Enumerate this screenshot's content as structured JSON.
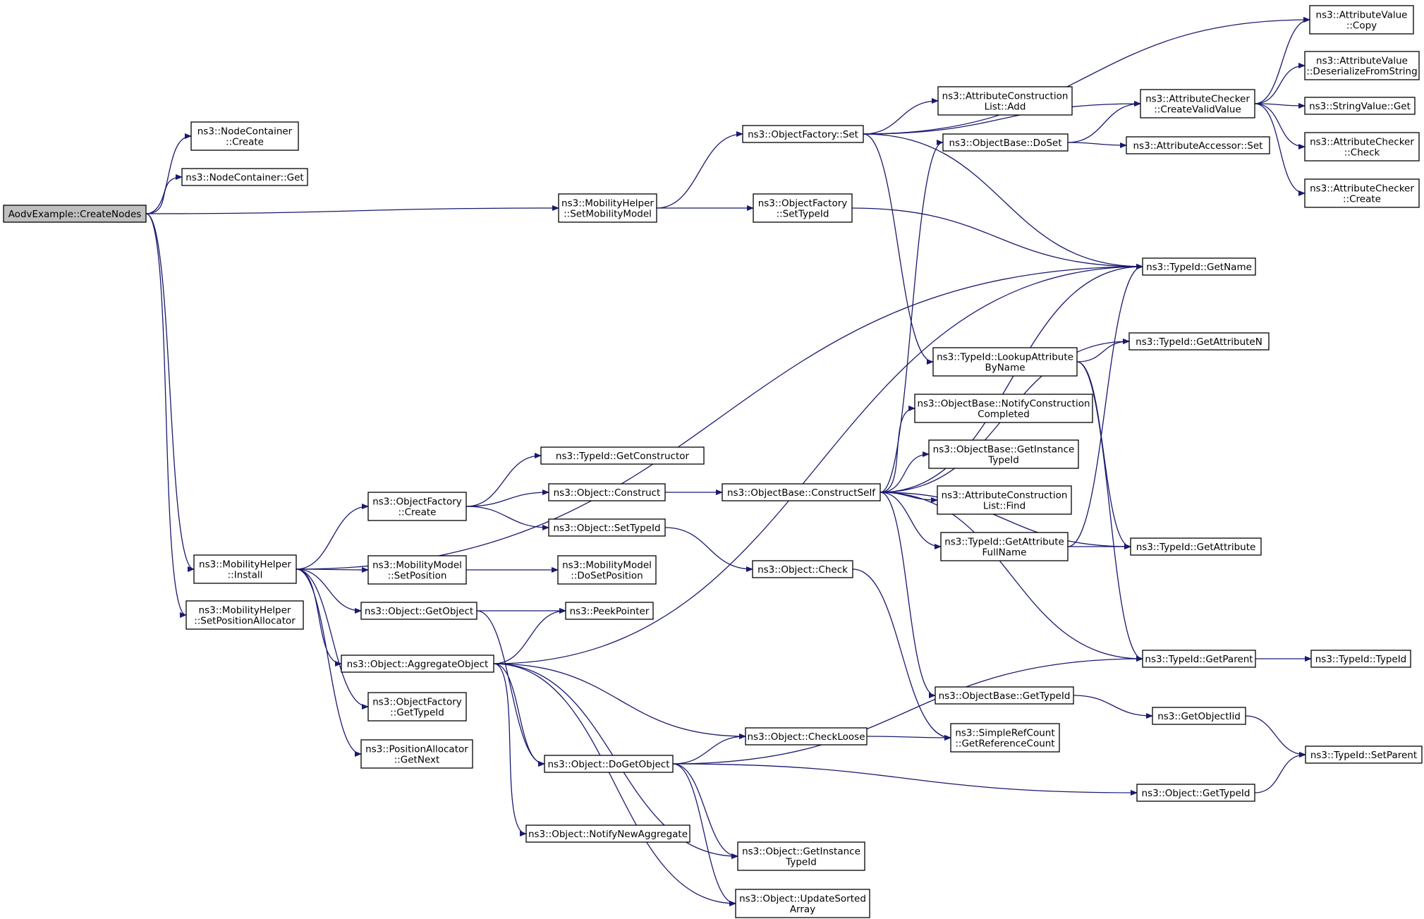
{
  "graph": {
    "type": "call-graph",
    "edge_color": "#191970",
    "root_fill": "#bfbfbf",
    "nodes": [
      {
        "id": "root",
        "lines": [
          "AodvExample::CreateNodes"
        ],
        "root": true
      },
      {
        "id": "nc_create",
        "lines": [
          "ns3::NodeContainer",
          "::Create"
        ]
      },
      {
        "id": "nc_get",
        "lines": [
          "ns3::NodeContainer::Get"
        ]
      },
      {
        "id": "mh_setmob",
        "lines": [
          "ns3::MobilityHelper",
          "::SetMobilityModel"
        ]
      },
      {
        "id": "mh_install",
        "lines": [
          "ns3::MobilityHelper",
          "::Install"
        ]
      },
      {
        "id": "mh_setpos",
        "lines": [
          "ns3::MobilityHelper",
          "::SetPositionAllocator"
        ]
      },
      {
        "id": "of_set",
        "lines": [
          "ns3::ObjectFactory::Set"
        ]
      },
      {
        "id": "of_settypeid",
        "lines": [
          "ns3::ObjectFactory",
          "::SetTypeId"
        ]
      },
      {
        "id": "acl_add",
        "lines": [
          "ns3::AttributeConstruction",
          "List::Add"
        ]
      },
      {
        "id": "ob_doset",
        "lines": [
          "ns3::ObjectBase::DoSet"
        ]
      },
      {
        "id": "ac_createvalid",
        "lines": [
          "ns3::AttributeChecker",
          "::CreateValidValue"
        ]
      },
      {
        "id": "aa_set",
        "lines": [
          "ns3::AttributeAccessor::Set"
        ]
      },
      {
        "id": "av_copy",
        "lines": [
          "ns3::AttributeValue",
          "::Copy"
        ]
      },
      {
        "id": "av_deser",
        "lines": [
          "ns3::AttributeValue",
          "::DeserializeFromString"
        ]
      },
      {
        "id": "sv_get",
        "lines": [
          "ns3::StringValue::Get"
        ]
      },
      {
        "id": "ac_check",
        "lines": [
          "ns3::AttributeChecker",
          "::Check"
        ]
      },
      {
        "id": "ac_create",
        "lines": [
          "ns3::AttributeChecker",
          "::Create"
        ]
      },
      {
        "id": "tid_getname",
        "lines": [
          "ns3::TypeId::GetName"
        ]
      },
      {
        "id": "tid_lookup",
        "lines": [
          "ns3::TypeId::LookupAttribute",
          "ByName"
        ]
      },
      {
        "id": "tid_getattrn",
        "lines": [
          "ns3::TypeId::GetAttributeN"
        ]
      },
      {
        "id": "ob_notify",
        "lines": [
          "ns3::ObjectBase::NotifyConstruction",
          "Completed"
        ]
      },
      {
        "id": "ob_getinst",
        "lines": [
          "ns3::ObjectBase::GetInstance",
          "TypeId"
        ]
      },
      {
        "id": "acl_find",
        "lines": [
          "ns3::AttributeConstruction",
          "List::Find"
        ]
      },
      {
        "id": "tid_getattrfull",
        "lines": [
          "ns3::TypeId::GetAttribute",
          "FullName"
        ]
      },
      {
        "id": "tid_getattr",
        "lines": [
          "ns3::TypeId::GetAttribute"
        ]
      },
      {
        "id": "tid_getctor",
        "lines": [
          "ns3::TypeId::GetConstructor"
        ]
      },
      {
        "id": "of_create",
        "lines": [
          "ns3::ObjectFactory",
          "::Create"
        ]
      },
      {
        "id": "obj_construct",
        "lines": [
          "ns3::Object::Construct"
        ]
      },
      {
        "id": "ob_constructself",
        "lines": [
          "ns3::ObjectBase::ConstructSelf"
        ]
      },
      {
        "id": "obj_settypeid",
        "lines": [
          "ns3::Object::SetTypeId"
        ]
      },
      {
        "id": "obj_check",
        "lines": [
          "ns3::Object::Check"
        ]
      },
      {
        "id": "mm_setpos",
        "lines": [
          "ns3::MobilityModel",
          "::SetPosition"
        ]
      },
      {
        "id": "mm_dosetpos",
        "lines": [
          "ns3::MobilityModel",
          "::DoSetPosition"
        ]
      },
      {
        "id": "obj_getobject",
        "lines": [
          "ns3::Object::GetObject"
        ]
      },
      {
        "id": "peekpointer",
        "lines": [
          "ns3::PeekPointer"
        ]
      },
      {
        "id": "obj_aggregate",
        "lines": [
          "ns3::Object::AggregateObject"
        ]
      },
      {
        "id": "tid_getparent",
        "lines": [
          "ns3::TypeId::GetParent"
        ]
      },
      {
        "id": "tid_typeid",
        "lines": [
          "ns3::TypeId::TypeId"
        ]
      },
      {
        "id": "of_gettypeid",
        "lines": [
          "ns3::ObjectFactory",
          "::GetTypeId"
        ]
      },
      {
        "id": "ob_gettypeid",
        "lines": [
          "ns3::ObjectBase::GetTypeId"
        ]
      },
      {
        "id": "getobjectiid",
        "lines": [
          "ns3::GetObjectIid"
        ]
      },
      {
        "id": "pa_getnext",
        "lines": [
          "ns3::PositionAllocator",
          "::GetNext"
        ]
      },
      {
        "id": "obj_checkloose",
        "lines": [
          "ns3::Object::CheckLoose"
        ]
      },
      {
        "id": "src_getref",
        "lines": [
          "ns3::SimpleRefCount",
          "::GetReferenceCount"
        ]
      },
      {
        "id": "tid_setparent",
        "lines": [
          "ns3::TypeId::SetParent"
        ]
      },
      {
        "id": "obj_dogetobject",
        "lines": [
          "ns3::Object::DoGetObject"
        ]
      },
      {
        "id": "obj_gettypeid",
        "lines": [
          "ns3::Object::GetTypeId"
        ]
      },
      {
        "id": "obj_notifynewagg",
        "lines": [
          "ns3::Object::NotifyNewAggregate"
        ]
      },
      {
        "id": "obj_getinst",
        "lines": [
          "ns3::Object::GetInstance",
          "TypeId"
        ]
      },
      {
        "id": "obj_updatesorted",
        "lines": [
          "ns3::Object::UpdateSorted",
          "Array"
        ]
      }
    ]
  }
}
